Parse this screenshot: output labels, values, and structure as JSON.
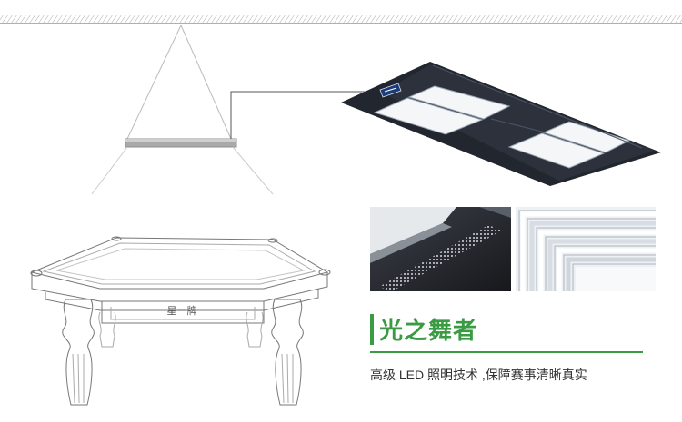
{
  "table": {
    "brand_label": "星⼀牌"
  },
  "product": {
    "title": "光之舞者",
    "description": "高级 LED 照明技术 ,保障赛事清晰真实"
  },
  "colors": {
    "accent_green": "#3a9b43",
    "frame_dark": "#22262e",
    "panel_light": "#f4f6f8"
  }
}
